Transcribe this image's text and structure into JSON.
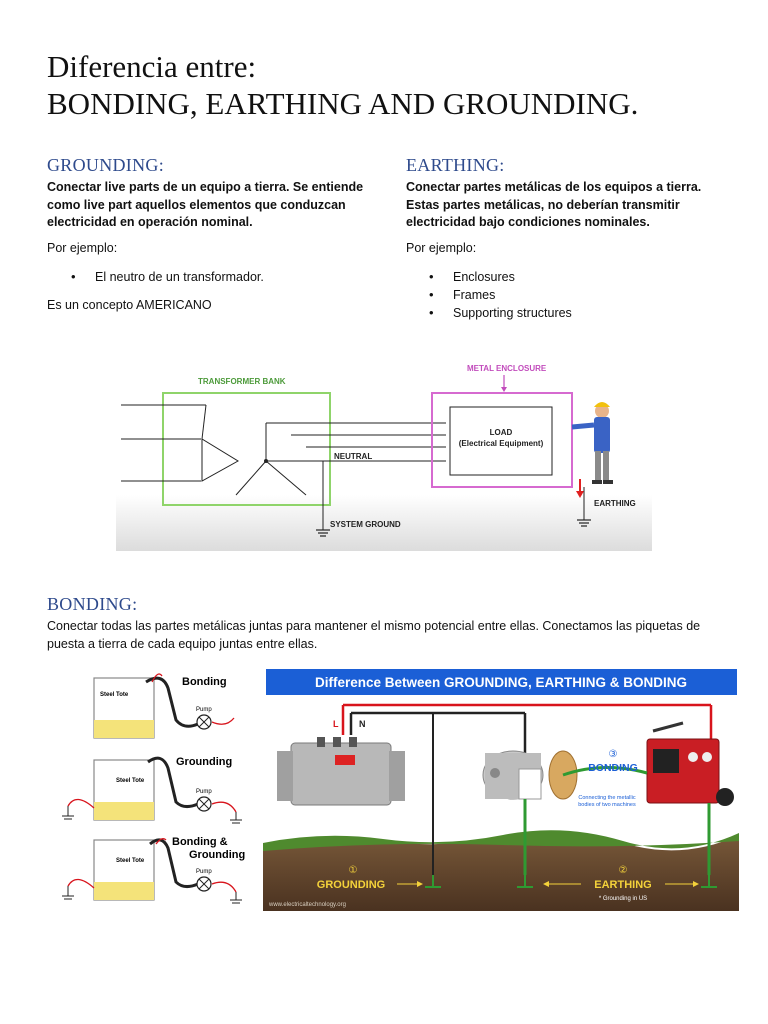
{
  "document": {
    "title_line1": "Diferencia entre:",
    "title_line2": "BONDING, EARTHING AND GROUNDING."
  },
  "grounding": {
    "heading": "GROUNDING:",
    "definition": "Conectar live parts de un equipo a tierra. Se entiende como live part aquellos elementos que conduzcan electricidad en operación nominal.",
    "example_label": "Por ejemplo:",
    "examples": [
      "El neutro de un transformador."
    ],
    "note": "Es un concepto AMERICANO"
  },
  "earthing": {
    "heading": "EARTHING:",
    "definition": "Conectar partes metálicas de los equipos a tierra. Estas partes metálicas, no deberían transmitir electricidad bajo condiciones nominales.",
    "example_label": "Por ejemplo:",
    "examples": [
      "Enclosures",
      "Frames",
      "Supporting structures"
    ]
  },
  "bonding": {
    "heading": "BONDING:",
    "definition": "Conectar todas las partes metálicas juntas para mantener el mismo potencial entre ellas. Conectamos las piquetas de puesta a tierra de cada equipo juntas entre ellas."
  },
  "diagram1": {
    "transformer_bank": "TRANSFORMER BANK",
    "metal_enclosure": "METAL ENCLOSURE",
    "load_line1": "LOAD",
    "load_line2": "(Electrical Equipment)",
    "neutral": "NEUTRAL",
    "system_ground": "SYSTEM GROUND",
    "earthing": "EARTHING",
    "colors": {
      "transformer_box": "#8fd46a",
      "enclosure_box": "#d66ad0",
      "arrow_red": "#e02020"
    }
  },
  "diagram2": {
    "rows": [
      {
        "label": "Bonding",
        "tote": "Steel Tote",
        "pump": "Pump"
      },
      {
        "label": "Grounding",
        "tote": "Steel Tote",
        "pump": "Pump"
      },
      {
        "label_line1": "Bonding &",
        "label_line2": "Grounding",
        "tote": "Steel Tote",
        "pump": "Pump"
      }
    ]
  },
  "diagram3": {
    "banner": "Difference Between GROUNDING, EARTHING & BONDING",
    "line_l": "L",
    "line_n": "N",
    "bonding_num": "③",
    "bonding": "BONDING",
    "bonding_note_line1": "Connecting the metallic",
    "bonding_note_line2": "bodies of two machines",
    "grounding_num": "①",
    "grounding": "GROUNDING",
    "earthing_num": "②",
    "earthing": "EARTHING",
    "footnote": "* Grounding in US",
    "website": "www.electricaltechnology.org",
    "colors": {
      "banner": "#1b5fd6",
      "wire_green": "#2f9a32",
      "wire_red": "#d8141c",
      "label_yellow": "#f4d23a"
    }
  }
}
